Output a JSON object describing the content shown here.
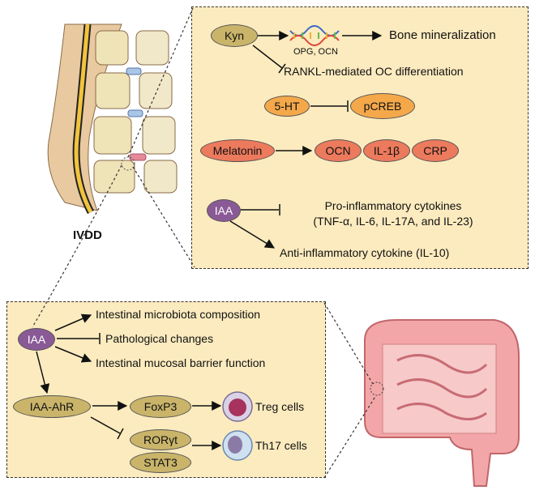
{
  "colors": {
    "panel_bg": "#fcebbf",
    "olive": "#c9b46a",
    "orange": "#f4a84a",
    "salmon": "#ec7a5d",
    "purple": "#8a5a96"
  },
  "icons": [
    "spine-illustration",
    "dna-icon",
    "intestine-illustration",
    "treg-cell-icon",
    "th17-cell-icon"
  ],
  "spine": {
    "label": "IVDD"
  },
  "top_panel": {
    "kyn": "Kyn",
    "bone_mineralization": "Bone mineralization",
    "opg_ocn": "OPG, OCN",
    "rankl": "RANKL-mediated OC differentiation",
    "five_ht": "5-HT",
    "pcreb": "pCREB",
    "melatonin": "Melatonin",
    "ocn": "OCN",
    "il1b": "IL-1β",
    "crp": "CRP",
    "iaa": "IAA",
    "pro_inflammatory_line1": "Pro-inflammatory cytokines",
    "pro_inflammatory_line2": "(TNF-α, IL-6, IL-17A, and IL-23)",
    "anti_inflammatory": "Anti-inflammatory cytokine (IL-10)"
  },
  "bottom_panel": {
    "iaa": "IAA",
    "microbiota": "Intestinal microbiota composition",
    "pathological": "Pathological changes",
    "mucosal": "Intestinal mucosal barrier function",
    "iaa_ahr": "IAA-AhR",
    "foxp3": "FoxP3",
    "treg": "Treg cells",
    "roryt": "RORγt",
    "stat3": "STAT3",
    "th17": "Th17 cells"
  }
}
